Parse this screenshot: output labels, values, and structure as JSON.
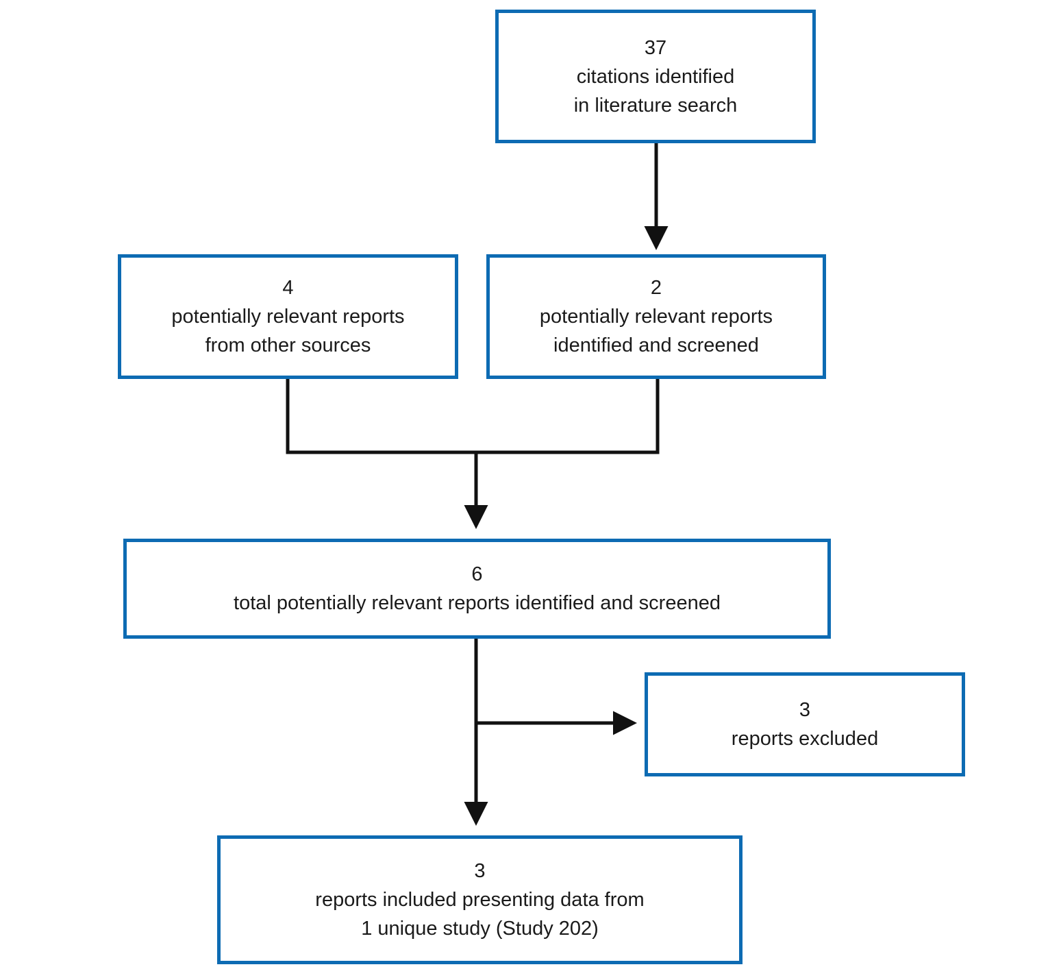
{
  "colors": {
    "box_border": "#0d6bb3",
    "connector": "#111111",
    "text": "#1a1a1a",
    "background": "#ffffff"
  },
  "boxes": {
    "citations": {
      "count": "37",
      "lines": [
        "citations identified",
        "in literature search"
      ]
    },
    "other_sources": {
      "count": "4",
      "lines": [
        "potentially relevant reports",
        "from other sources"
      ]
    },
    "screened": {
      "count": "2",
      "lines": [
        "potentially relevant reports",
        "identified and screened"
      ]
    },
    "total": {
      "count": "6",
      "lines": [
        "total potentially relevant reports identified and screened"
      ]
    },
    "excluded": {
      "count": "3",
      "lines": [
        "reports excluded"
      ]
    },
    "included": {
      "count": "3",
      "lines": [
        "reports included presenting data from",
        "1 unique study (Study 202)"
      ]
    }
  }
}
